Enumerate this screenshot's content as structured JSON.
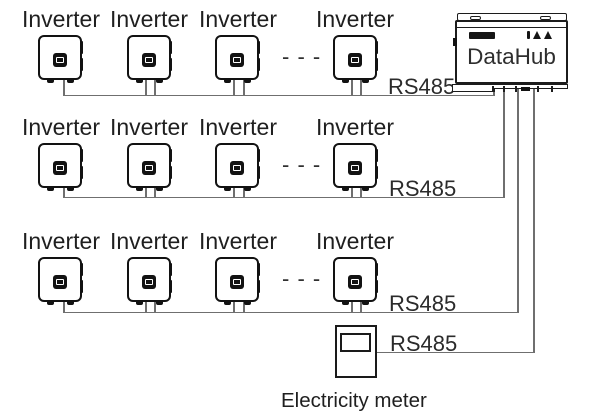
{
  "rows": [
    {
      "inverter_labels": [
        "Inverter",
        "Inverter",
        "Inverter",
        "Inverter"
      ],
      "dashes": "- - -",
      "bus_label": "RS485"
    },
    {
      "inverter_labels": [
        "Inverter",
        "Inverter",
        "Inverter",
        "Inverter"
      ],
      "dashes": "- - -",
      "bus_label": "RS485"
    },
    {
      "inverter_labels": [
        "Inverter",
        "Inverter",
        "Inverter",
        "Inverter"
      ],
      "dashes": "- - -",
      "bus_label": "RS485"
    }
  ],
  "datahub": {
    "label": "DataHub",
    "icons": {
      "brand_logo": "brand-logo-icon",
      "indicators": "status-indicator-icons",
      "mounting_screws": "mounting-screw-icon"
    }
  },
  "meter": {
    "label": "Electricity meter",
    "bus_label": "RS485",
    "display_icon": "meter-display-icon"
  },
  "colors": {
    "background": "#ffffff",
    "device_outline": "#121212",
    "wire": "#6f6f6f",
    "text": "#242424"
  }
}
